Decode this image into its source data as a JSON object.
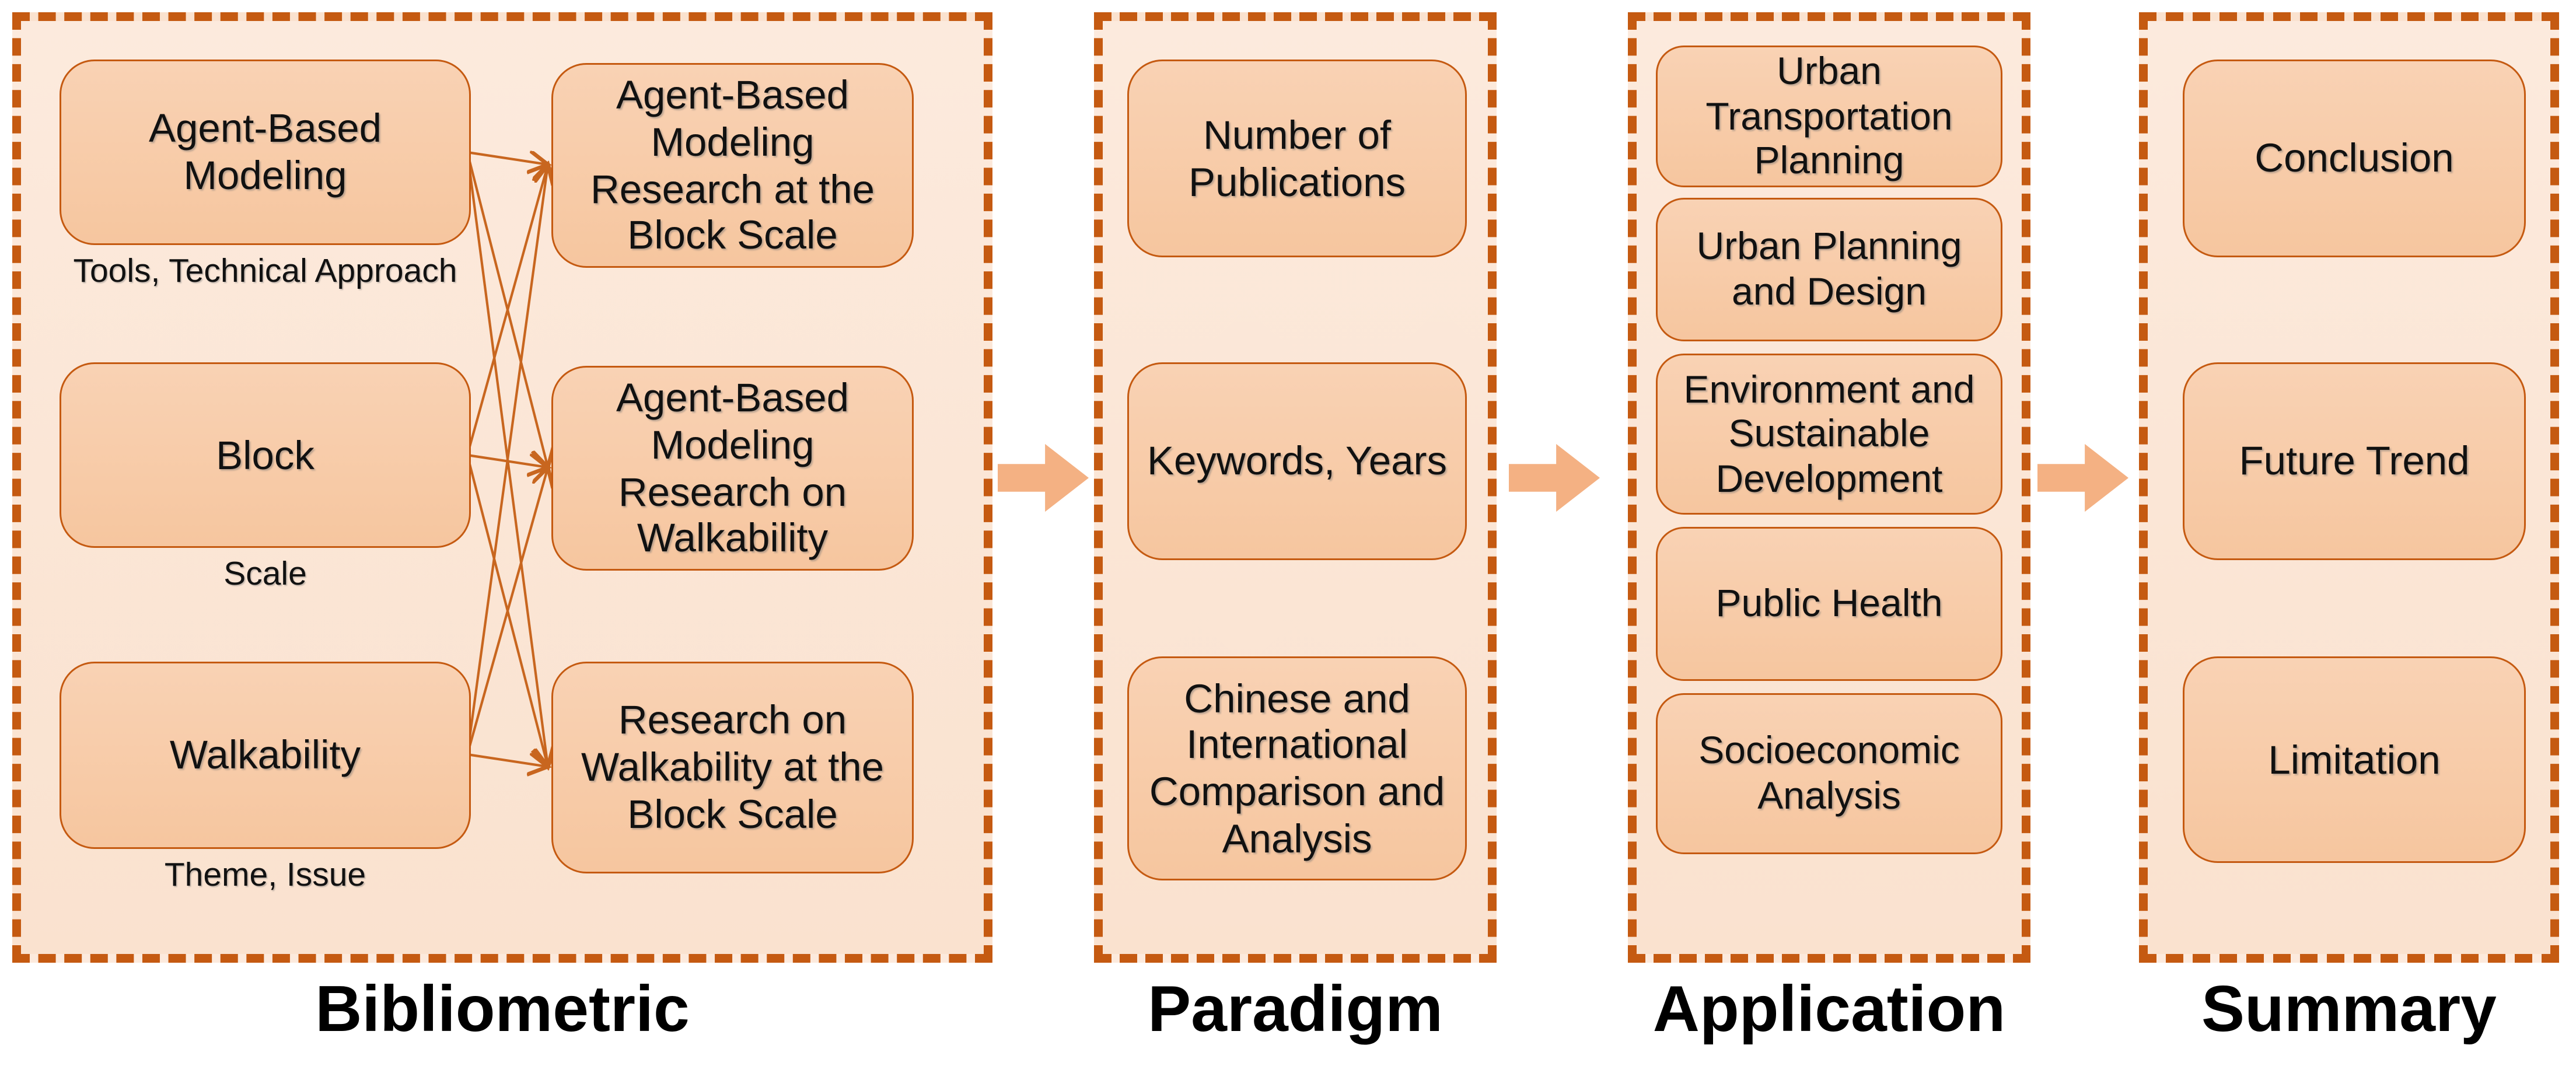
{
  "figure": {
    "type": "flow-diagram",
    "background": "#FFFFFF"
  },
  "colors": {
    "panel_fill": "#FBE5D6",
    "panel_border_dashed": "#C55A11",
    "box_fill": "#F8CBAD",
    "box_border": "#C55A11",
    "text": "#111111",
    "flow_arrow_fill": "#F4B183",
    "connector_stroke": "#C8661F"
  },
  "icons": {
    "flow_arrow": "right-block-arrow",
    "connector_arrowhead": "open-v-arrowhead"
  },
  "panels": {
    "bibliometric": {
      "title": "Bibliometric",
      "sources": [
        {
          "label": "Agent-Based Modeling",
          "caption": "Tools, Technical Approach"
        },
        {
          "label": "Block",
          "caption": "Scale"
        },
        {
          "label": "Walkability",
          "caption": "Theme, Issue"
        }
      ],
      "targets": [
        {
          "label": "Agent-Based Modeling Research at the Block Scale"
        },
        {
          "label": "Agent-Based Modeling Research on Walkability"
        },
        {
          "label": "Research on Walkability at the Block Scale"
        }
      ]
    },
    "paradigm": {
      "title": "Paradigm",
      "boxes": [
        {
          "label": "Number of Publications"
        },
        {
          "label": "Keywords, Years"
        },
        {
          "label": "Chinese and International Comparison and Analysis"
        }
      ]
    },
    "application": {
      "title": "Application",
      "boxes": [
        {
          "label": "Urban Transportation Planning"
        },
        {
          "label": "Urban Planning and Design"
        },
        {
          "label": "Environment and Sustainable Development"
        },
        {
          "label": "Public Health"
        },
        {
          "label": "Socioeconomic Analysis"
        }
      ]
    },
    "summary": {
      "title": "Summary",
      "boxes": [
        {
          "label": "Conclusion"
        },
        {
          "label": "Future Trend"
        },
        {
          "label": "Limitation"
        }
      ]
    }
  }
}
